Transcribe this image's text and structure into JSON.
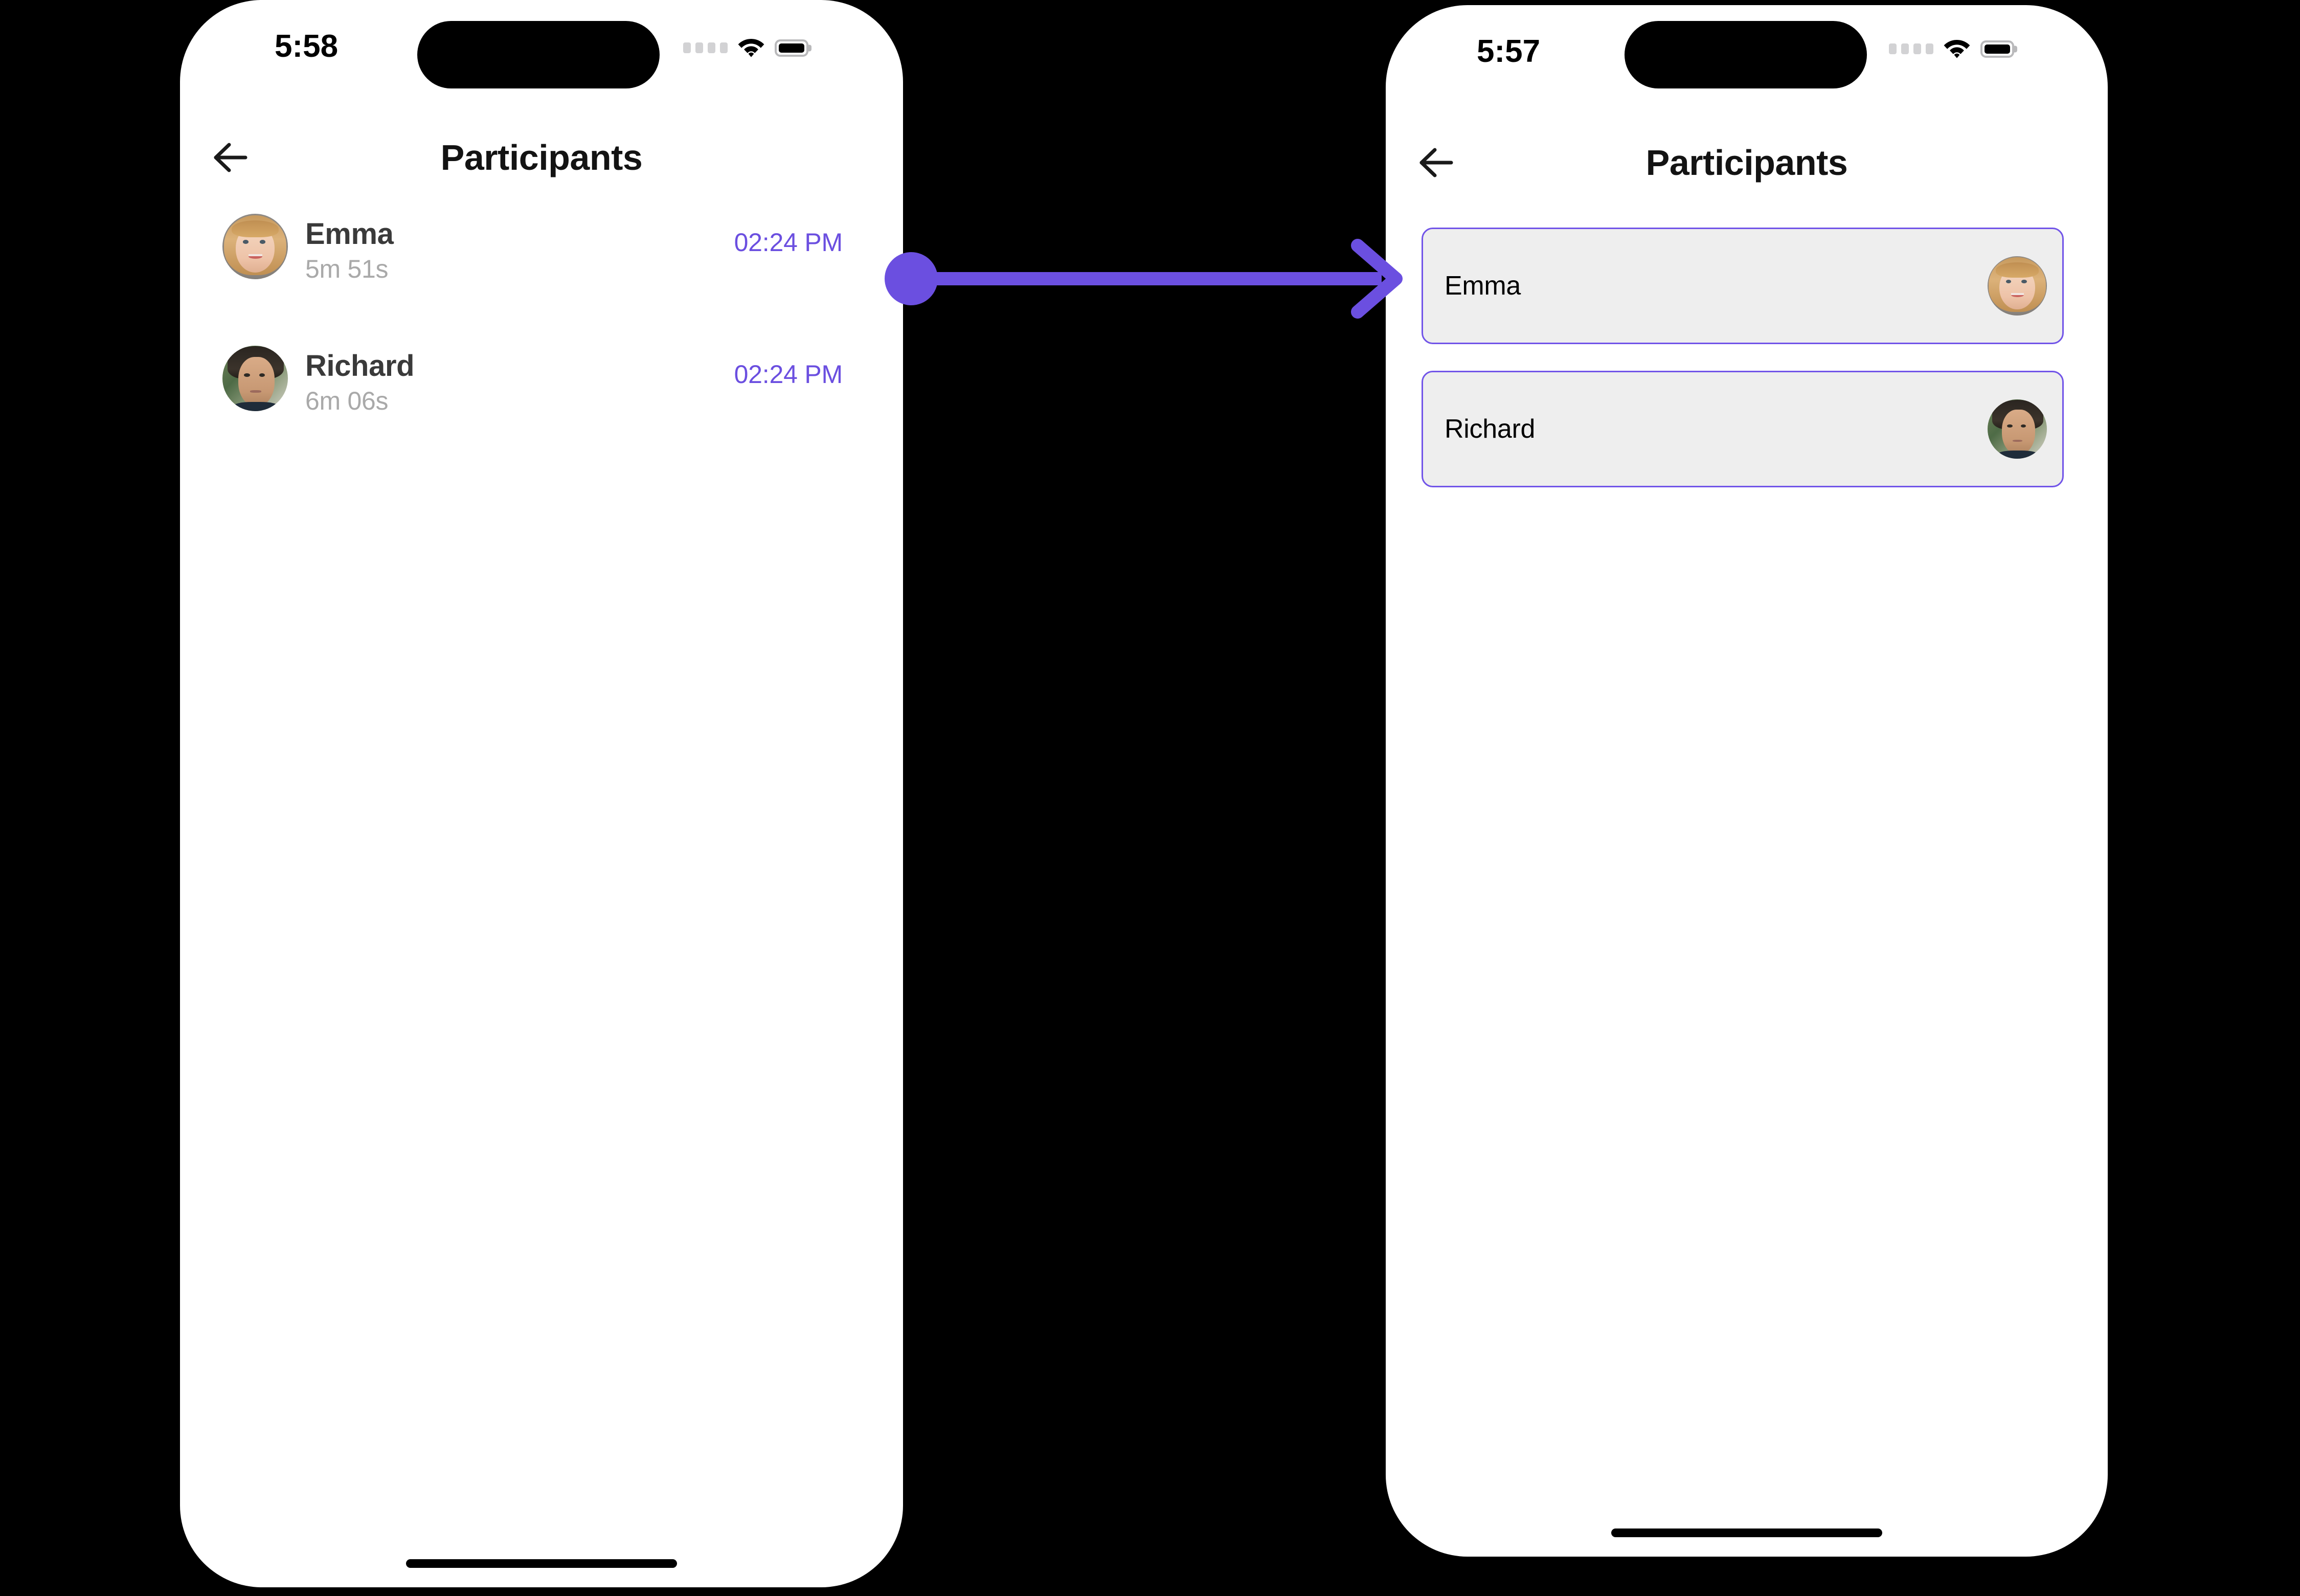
{
  "canvas": {
    "background": "#000000",
    "accent": "#6B4FE0"
  },
  "phones": {
    "left": {
      "status": {
        "time": "5:58",
        "signal_icon": "signal-dots-icon",
        "wifi_icon": "wifi-icon",
        "battery_icon": "battery-full-icon"
      },
      "nav": {
        "back_icon": "arrow-left-icon",
        "title": "Participants"
      },
      "participants": [
        {
          "name": "Emma",
          "duration": "5m 51s",
          "timestamp": "02:24 PM",
          "avatar": "emma-avatar"
        },
        {
          "name": "Richard",
          "duration": "6m 06s",
          "timestamp": "02:24 PM",
          "avatar": "richard-avatar"
        }
      ]
    },
    "right": {
      "status": {
        "time": "5:57",
        "signal_icon": "signal-dots-icon",
        "wifi_icon": "wifi-icon",
        "battery_icon": "battery-full-icon"
      },
      "nav": {
        "back_icon": "arrow-left-icon",
        "title": "Participants"
      },
      "cards": [
        {
          "name": "Emma",
          "avatar": "emma-avatar",
          "border_color": "#7154E8",
          "fill_color": "#EEEEEE"
        },
        {
          "name": "Richard",
          "avatar": "richard-avatar",
          "border_color": "#7154E8",
          "fill_color": "#EEEEEE"
        }
      ]
    }
  },
  "annotation": {
    "type": "arrow",
    "icon": "tap-target-arrow-icon",
    "color": "#6B4FE0",
    "from": "emma-row-timestamp",
    "to": "right-phone-participant-list"
  }
}
